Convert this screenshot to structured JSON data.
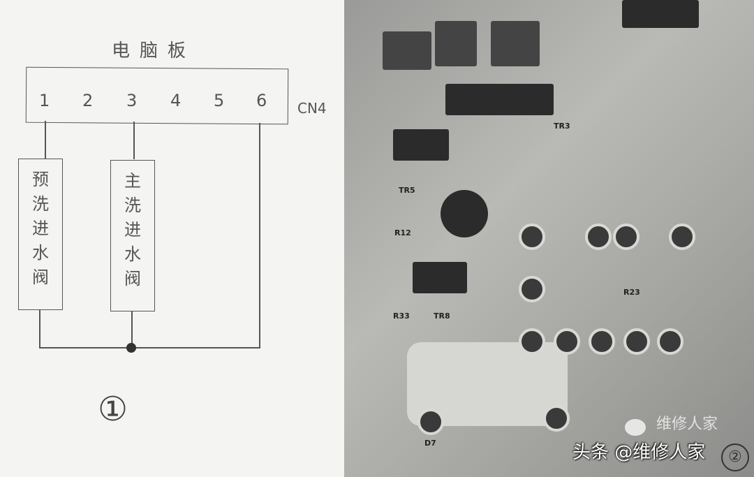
{
  "diagram": {
    "board_label": "电脑板",
    "connector_label": "CN4",
    "pins": [
      "1",
      "2",
      "3",
      "4",
      "5",
      "6"
    ],
    "valves": [
      {
        "label": [
          "预",
          "洗",
          "进",
          "水",
          "阀"
        ],
        "pin": "1"
      },
      {
        "label": [
          "主",
          "洗",
          "进",
          "水",
          "阀"
        ],
        "pin": "3"
      }
    ],
    "common_pin": "6",
    "figure_number": "①"
  },
  "photo": {
    "component_labels": [
      "TR3",
      "TR5",
      "R12",
      "R33",
      "TR8",
      "R23",
      "D7"
    ],
    "figure_number": "②"
  },
  "watermark": {
    "text": "头条 @维修人家",
    "faint_text": "维修人家"
  }
}
